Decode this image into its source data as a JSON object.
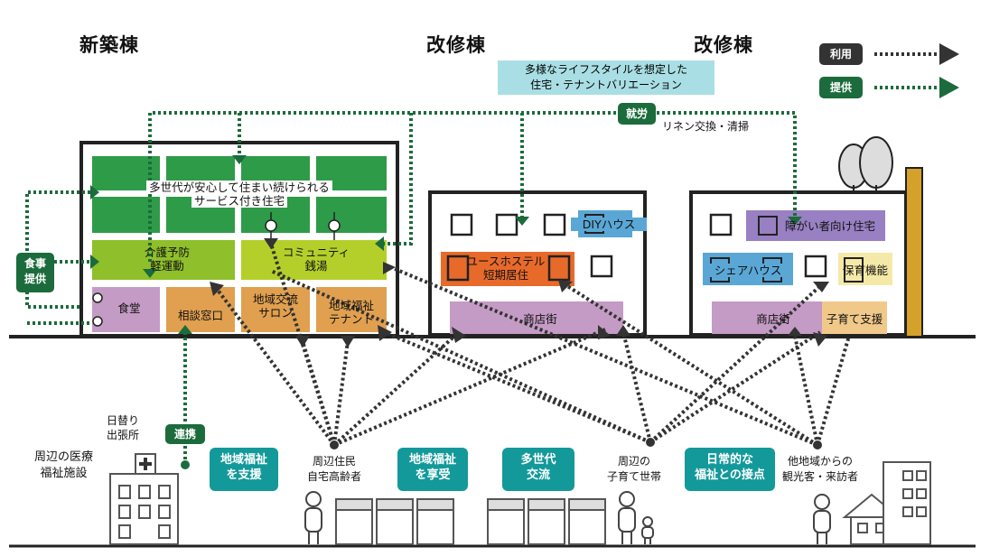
{
  "headers": {
    "new_building": "新築棟",
    "renovated_1": "改修棟",
    "renovated_2": "改修棟"
  },
  "legend": {
    "use_label": "利用",
    "provide_label": "提供",
    "use_color": "#333333",
    "provide_color": "#1c6b3c"
  },
  "callout": {
    "line1": "多様なライフスタイルを想定した",
    "line2": "住宅・テナントバリエーション"
  },
  "labor": {
    "tag": "就労",
    "note": "リネン交換・清掃"
  },
  "new_building": {
    "housing_line1": "多世代が安心して住まい続けられる",
    "housing_line2": "サービス付き住宅",
    "care_line1": "介護予防",
    "care_line2": "軽運動",
    "community_line1": "コミュニティ",
    "community_line2": "銭湯",
    "dining": "食堂",
    "consult": "相談窓口",
    "salon_line1": "地域交流",
    "salon_line2": "サロン",
    "tenant_line1": "地域福祉",
    "tenant_line2": "テナント",
    "meal_tag_line1": "食事",
    "meal_tag_line2": "提供"
  },
  "renovated_1": {
    "diy": "DIYハウス",
    "hostel_line1": "ユースホステル",
    "hostel_line2": "短期居住",
    "shops": "商店街"
  },
  "renovated_2": {
    "disabled_housing": "障がい者向け住宅",
    "share_house": "シェアハウス",
    "nursery": "保育機能",
    "shops": "商店街",
    "child_support": "子育て支援"
  },
  "ground": {
    "rotation_line1": "日替り",
    "rotation_line2": "出張所",
    "medical_line1": "周辺の医療",
    "medical_line2": "福祉施設",
    "cooperation_tag": "連携",
    "support_line1": "地域福祉",
    "support_line2": "を支援",
    "residents_line1": "周辺住民",
    "residents_line2": "自宅高齢者",
    "enjoy_line1": "地域福祉",
    "enjoy_line2": "を享受",
    "multigen_line1": "多世代",
    "multigen_line2": "交流",
    "families_line1": "周辺の",
    "families_line2": "子育て世帯",
    "daily_line1": "日常的な",
    "daily_line2": "福祉との接点",
    "visitors_line1": "他地域からの",
    "visitors_line2": "観光客・来訪者"
  }
}
